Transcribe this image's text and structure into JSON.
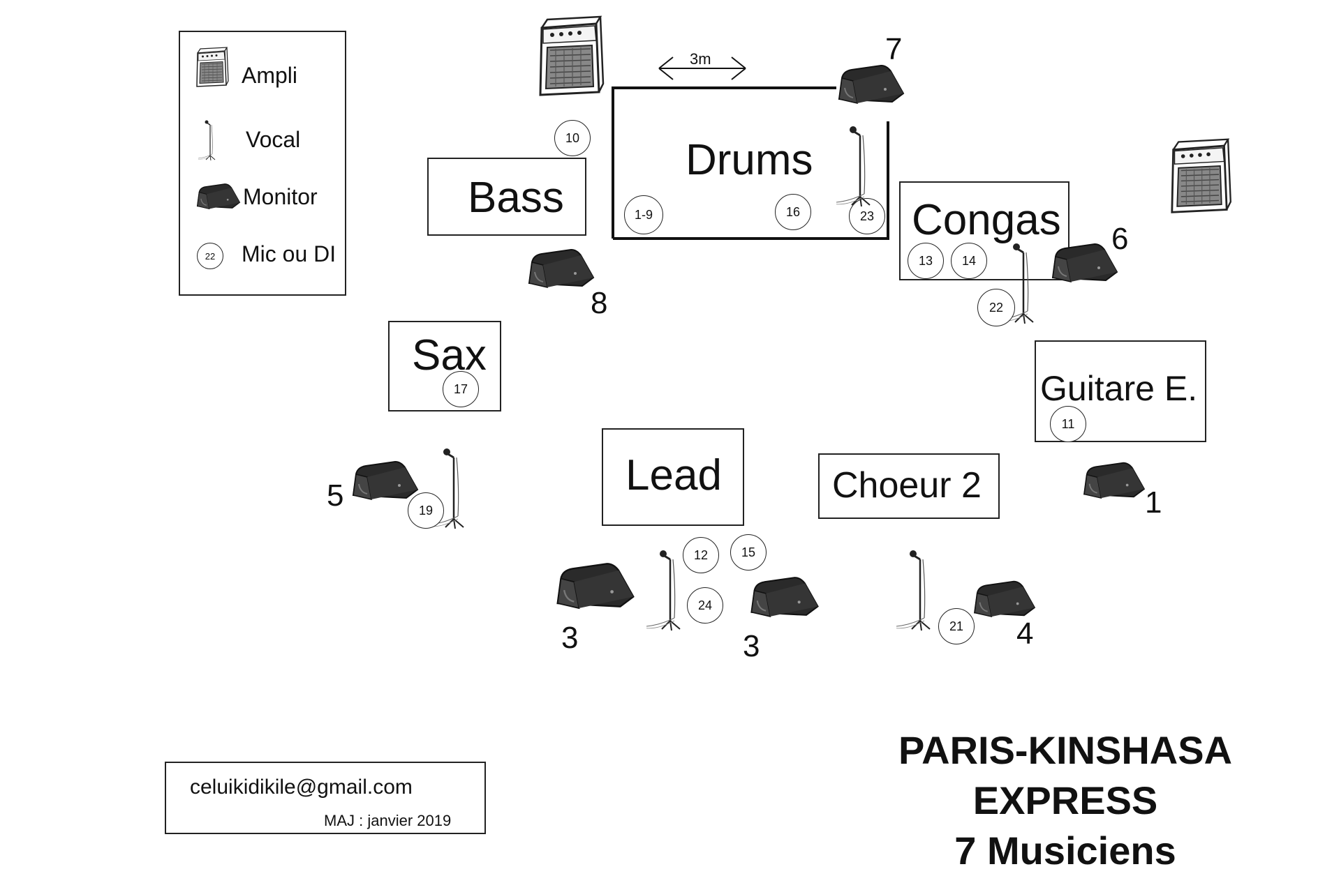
{
  "legend": {
    "items": [
      {
        "label": "Ampli",
        "icon": "amplifier-icon"
      },
      {
        "label": "Vocal",
        "icon": "vocal-mic-stand-icon"
      },
      {
        "label": "Monitor",
        "icon": "stage-monitor-icon"
      },
      {
        "label": "Mic ou DI",
        "icon": "input-number-circle-icon",
        "sample": "22"
      }
    ]
  },
  "drum_riser": {
    "label": "Drums",
    "dimension": "3m"
  },
  "stations": {
    "bass": "Bass",
    "congas": "Congas",
    "sax": "Sax",
    "guitar": "Guitare E.",
    "lead": "Lead",
    "choir2": "Choeur 2"
  },
  "inputs": [
    "10",
    "1-9",
    "16",
    "23",
    "13",
    "14",
    "22",
    "17",
    "11",
    "19",
    "12",
    "15",
    "24",
    "21"
  ],
  "monitors": [
    "7",
    "6",
    "8",
    "5",
    "1",
    "3",
    "3",
    "4"
  ],
  "footer": {
    "email": "celuikidikile@gmail.com",
    "updated": "MAJ : janvier 2019"
  },
  "title": {
    "line1": "PARIS-KINSHASA EXPRESS",
    "line2": "7 Musiciens"
  }
}
